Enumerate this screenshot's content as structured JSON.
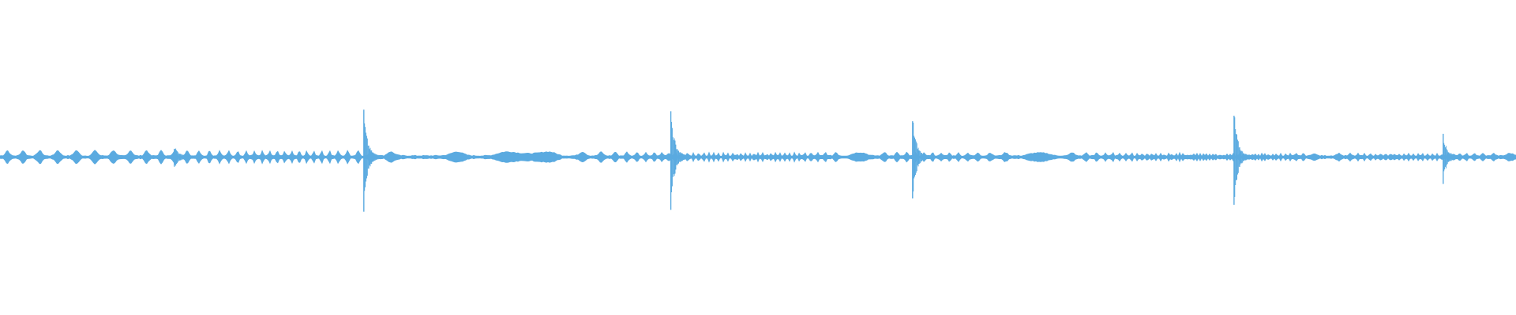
{
  "waveform": {
    "color": "#5aaae0",
    "transients": [
      {
        "time": 0.115,
        "amplitude": 0.22
      },
      {
        "time": 0.24,
        "amplitude": 0.92
      },
      {
        "time": 0.4425,
        "amplitude": 1.0
      },
      {
        "time": 0.602,
        "amplitude": 0.82
      },
      {
        "time": 0.814,
        "amplitude": 0.94
      },
      {
        "time": 0.952,
        "amplitude": 0.44
      }
    ]
  }
}
